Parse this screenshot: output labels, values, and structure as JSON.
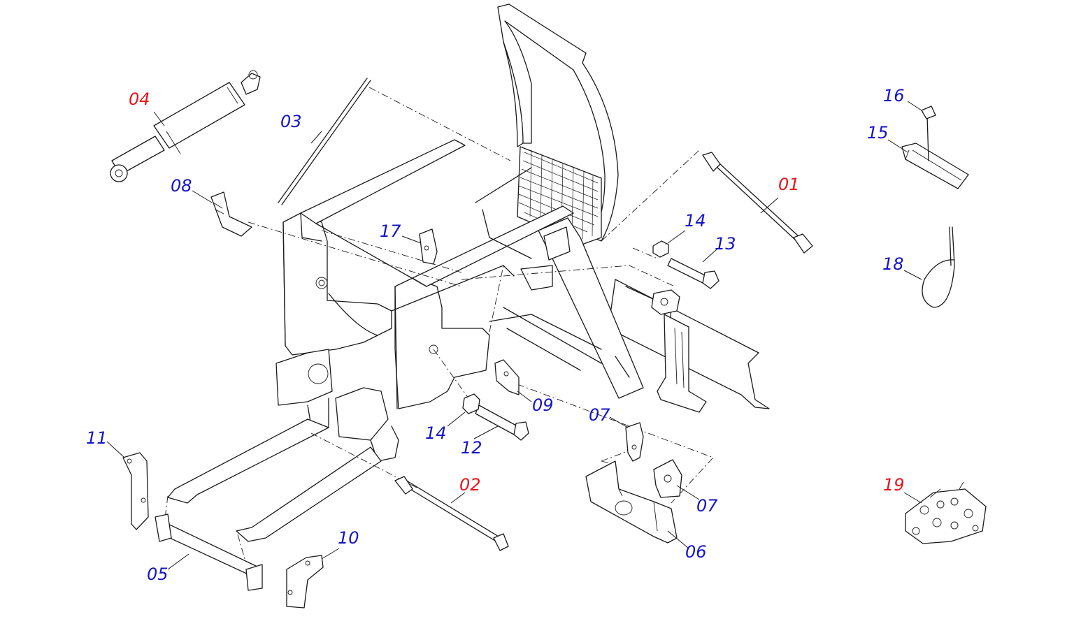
{
  "colors": {
    "red_label": "#e8141c",
    "blue_label": "#1414c8",
    "line": "#1a1a1a"
  },
  "callouts": [
    {
      "id": "01",
      "text": "01",
      "color": "red"
    },
    {
      "id": "02",
      "text": "02",
      "color": "red"
    },
    {
      "id": "03",
      "text": "03",
      "color": "blue"
    },
    {
      "id": "04",
      "text": "04",
      "color": "red"
    },
    {
      "id": "05",
      "text": "05",
      "color": "blue"
    },
    {
      "id": "06",
      "text": "06",
      "color": "blue"
    },
    {
      "id": "07a",
      "text": "07",
      "color": "blue"
    },
    {
      "id": "07b",
      "text": "07",
      "color": "blue"
    },
    {
      "id": "08",
      "text": "08",
      "color": "blue"
    },
    {
      "id": "09",
      "text": "09",
      "color": "blue"
    },
    {
      "id": "10",
      "text": "10",
      "color": "blue"
    },
    {
      "id": "11",
      "text": "11",
      "color": "blue"
    },
    {
      "id": "12",
      "text": "12",
      "color": "blue"
    },
    {
      "id": "13",
      "text": "13",
      "color": "blue"
    },
    {
      "id": "14a",
      "text": "14",
      "color": "blue"
    },
    {
      "id": "14b",
      "text": "14",
      "color": "blue"
    },
    {
      "id": "15",
      "text": "15",
      "color": "blue"
    },
    {
      "id": "16",
      "text": "16",
      "color": "blue"
    },
    {
      "id": "17",
      "text": "17",
      "color": "blue"
    },
    {
      "id": "18",
      "text": "18",
      "color": "blue"
    },
    {
      "id": "19",
      "text": "19",
      "color": "red"
    }
  ]
}
